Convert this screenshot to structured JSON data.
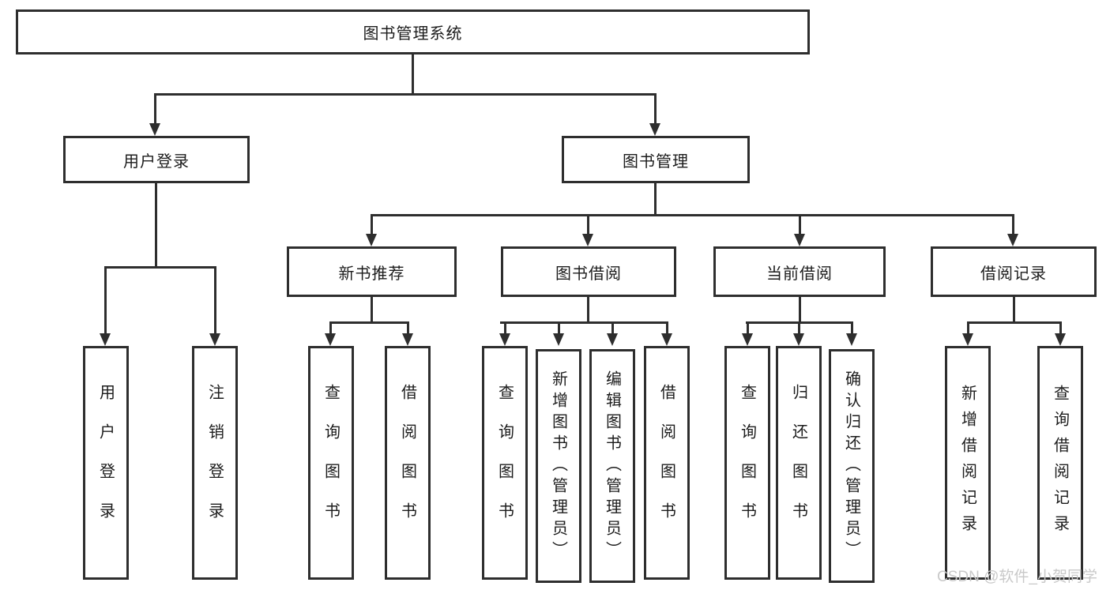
{
  "root": {
    "label": "图书管理系统"
  },
  "level2": {
    "user_login": {
      "label": "用户登录"
    },
    "book_management": {
      "label": "图书管理"
    }
  },
  "level3": {
    "new_book_recommend": {
      "label": "新书推荐"
    },
    "book_borrow": {
      "label": "图书借阅"
    },
    "current_borrow": {
      "label": "当前借阅"
    },
    "borrow_records": {
      "label": "借阅记录"
    }
  },
  "leaves": {
    "user_login": [
      {
        "label": "用户登录"
      },
      {
        "label": "注销登录"
      }
    ],
    "new_book_recommend": [
      {
        "label": "查询图书"
      },
      {
        "label": "借阅图书"
      }
    ],
    "book_borrow": [
      {
        "label": "查询图书"
      },
      {
        "label": "新增图书（管理员）"
      },
      {
        "label": "编辑图书（管理员）"
      },
      {
        "label": "借阅图书"
      }
    ],
    "current_borrow": [
      {
        "label": "查询图书"
      },
      {
        "label": "归还图书"
      },
      {
        "label": "确认归还（管理员）"
      }
    ],
    "borrow_records": [
      {
        "label": "新增借阅记录"
      },
      {
        "label": "查询借阅记录"
      }
    ]
  },
  "watermark": {
    "text": "CSDN @软件_小贺同学"
  },
  "colors": {
    "line": "#2e2e2e",
    "text": "#1c1c1c",
    "background": "#ffffff",
    "watermark": "#c9c9c9"
  }
}
